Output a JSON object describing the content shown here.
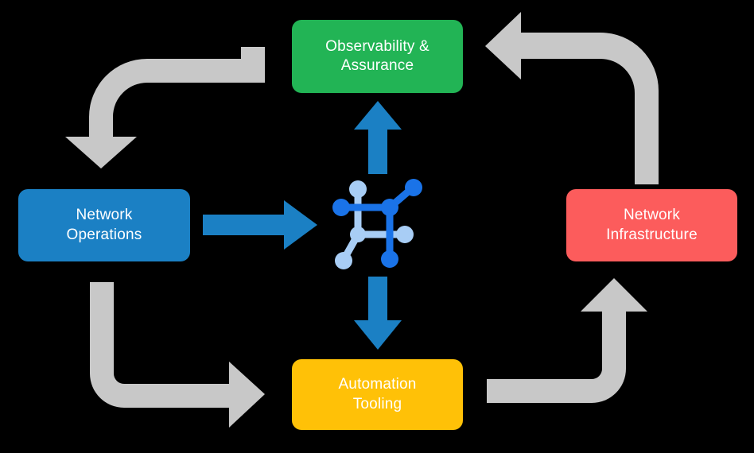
{
  "diagram": {
    "type": "cycle-diagram",
    "background_color": "#000000",
    "center": {
      "icon_name": "network-topology-icon",
      "node_colors": [
        "#1a73e8",
        "#a8cdf5"
      ]
    },
    "nodes": [
      {
        "id": "observability",
        "label": "Observability &\nAssurance",
        "color": "#22b455",
        "position": "top"
      },
      {
        "id": "network-operations",
        "label": "Network\nOperations",
        "color": "#1b80c4",
        "position": "left"
      },
      {
        "id": "network-infrastructure",
        "label": "Network\nInfrastructure",
        "color": "#fc5c5c",
        "position": "right"
      },
      {
        "id": "automation-tooling",
        "label": "Automation\nTooling",
        "color": "#ffc107",
        "position": "bottom"
      }
    ],
    "connectors": [
      {
        "id": "ops-to-center",
        "name": "arrow-operations-to-center",
        "style": "straight",
        "direction": "right",
        "color": "#1b80c4",
        "from": "network-operations",
        "to": "center"
      },
      {
        "id": "center-to-observability",
        "name": "arrow-center-to-observability",
        "style": "straight",
        "direction": "up",
        "color": "#1b80c4",
        "from": "center",
        "to": "observability"
      },
      {
        "id": "center-to-automation",
        "name": "arrow-center-to-automation",
        "style": "straight",
        "direction": "down",
        "color": "#1b80c4",
        "from": "center",
        "to": "automation-tooling"
      },
      {
        "id": "observability-to-ops",
        "name": "elbow-arrow-observability-to-operations",
        "style": "elbow",
        "direction": "down",
        "color": "#c8c8c8",
        "from": "observability",
        "to": "network-operations"
      },
      {
        "id": "infrastructure-to-observability",
        "name": "elbow-arrow-infrastructure-to-observability",
        "style": "elbow",
        "direction": "left",
        "color": "#c8c8c8",
        "from": "network-infrastructure",
        "to": "observability"
      },
      {
        "id": "ops-to-automation",
        "name": "elbow-arrow-operations-to-automation",
        "style": "elbow",
        "direction": "right",
        "color": "#c8c8c8",
        "from": "network-operations",
        "to": "automation-tooling"
      },
      {
        "id": "automation-to-infrastructure",
        "name": "elbow-arrow-automation-to-infrastructure",
        "style": "elbow",
        "direction": "up",
        "color": "#c8c8c8",
        "from": "automation-tooling",
        "to": "network-infrastructure"
      }
    ]
  }
}
